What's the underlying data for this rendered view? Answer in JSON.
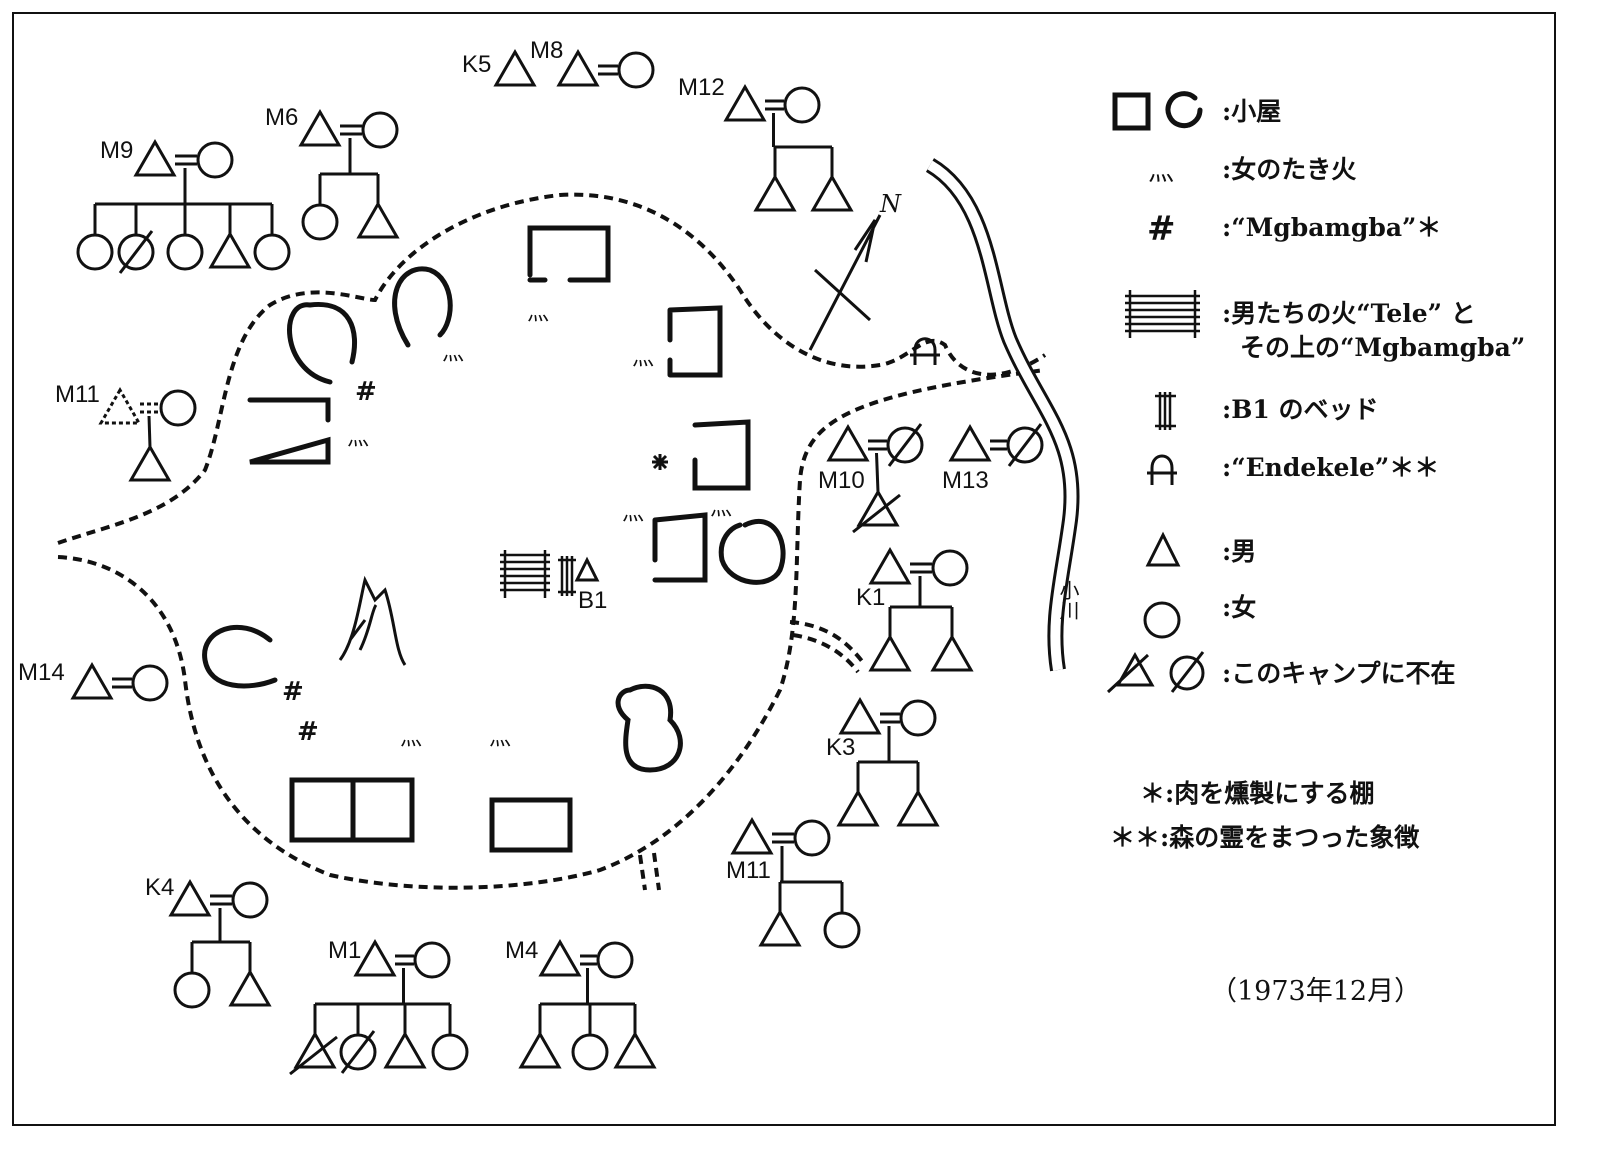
{
  "families": [
    {
      "label": "K5",
      "children": []
    },
    {
      "label": "M8",
      "children": []
    },
    {
      "label": "M12",
      "children": [
        "m",
        "m"
      ]
    },
    {
      "label": "M6",
      "children": [
        "f",
        "m"
      ]
    },
    {
      "label": "M9",
      "children": [
        "f",
        "f_absent",
        "f",
        "m",
        "f"
      ]
    },
    {
      "label": "M11",
      "children": [
        "m"
      ]
    },
    {
      "label": "M14",
      "children": []
    },
    {
      "label": "K4",
      "children": [
        "f",
        "m"
      ]
    },
    {
      "label": "M1",
      "children": [
        "m_absent",
        "f_absent",
        "m",
        "f"
      ]
    },
    {
      "label": "M4",
      "children": [
        "m",
        "f",
        "m"
      ]
    },
    {
      "label": "M10",
      "children": [
        "m_absent"
      ]
    },
    {
      "label": "M13",
      "children": []
    },
    {
      "label": "K1",
      "children": [
        "m",
        "m"
      ]
    },
    {
      "label": "K3",
      "children": [
        "m",
        "m"
      ]
    },
    {
      "label": "M11",
      "children": [
        "m",
        "f"
      ]
    }
  ],
  "map": {
    "bed_owner": "B1",
    "north": "N",
    "stream": "小川"
  },
  "legend": {
    "hut": ":小屋",
    "women_fire": ":女のたき火",
    "mgbamgba": ":“Mgbamgba”＊",
    "tele_line1": ":男たちの火“Tele” と",
    "tele_line2": "その上の“Mgbamgba”",
    "bed": ":B1 のベッド",
    "endekele": ":“Endekele”＊＊",
    "male": ":男",
    "female": ":女",
    "absent": ":このキャンプに不在",
    "note1": "＊:肉を燻製にする棚",
    "note2": "＊＊:森の霊をまつった象徴"
  },
  "date": "（1973年12月）"
}
